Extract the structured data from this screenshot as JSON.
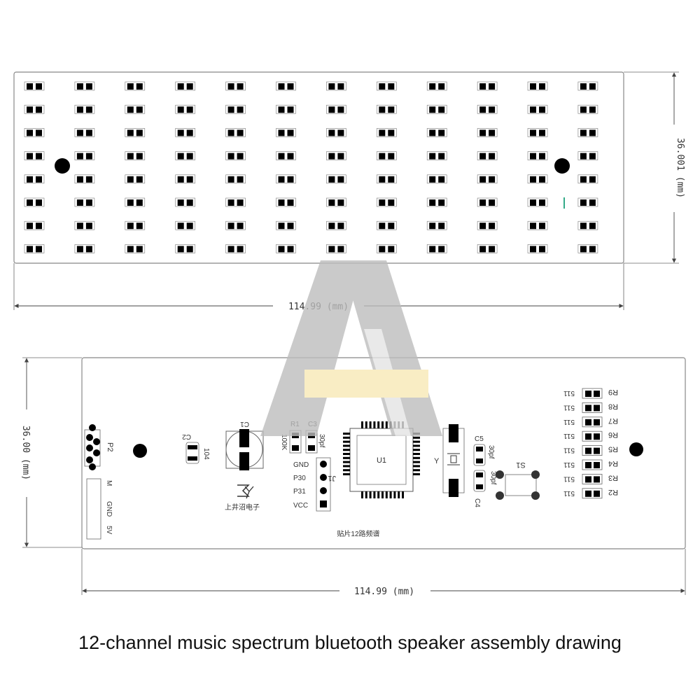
{
  "top_board": {
    "width_dim": "114.99 (mm)",
    "height_dim": "36.001 (mm)",
    "led_cols": 12,
    "led_rows": 8
  },
  "bottom_board": {
    "width_dim": "114.99 (mm)",
    "height_dim": "36.00 (mm)",
    "p2": "P2",
    "port_m": "M",
    "port_gnd": "GND",
    "port_5v": "5V",
    "c2": "C2",
    "c2_val": "104",
    "c1": "C1",
    "logo_text": "上井沼电子",
    "r1": "R1",
    "r1_val": "100K",
    "c3": "C3",
    "c3_val": "30pf",
    "j1": "J1",
    "j1_pins": [
      "GND",
      "P30",
      "P31",
      "VCC"
    ],
    "u1": "U1",
    "y": "Y",
    "c5": "C5",
    "c5_val": "30pf",
    "c4": "C4",
    "c4_val": "30pf",
    "s1": "S1",
    "board_title": "贴片12路频谱",
    "resistors": [
      {
        "name": "R9",
        "val": "511"
      },
      {
        "name": "R8",
        "val": "511"
      },
      {
        "name": "R7",
        "val": "511"
      },
      {
        "name": "R6",
        "val": "511"
      },
      {
        "name": "R5",
        "val": "511"
      },
      {
        "name": "R4",
        "val": "511"
      },
      {
        "name": "R3",
        "val": "511"
      },
      {
        "name": "R2",
        "val": "511"
      }
    ]
  },
  "caption": "12-channel music spectrum bluetooth speaker assembly drawing"
}
